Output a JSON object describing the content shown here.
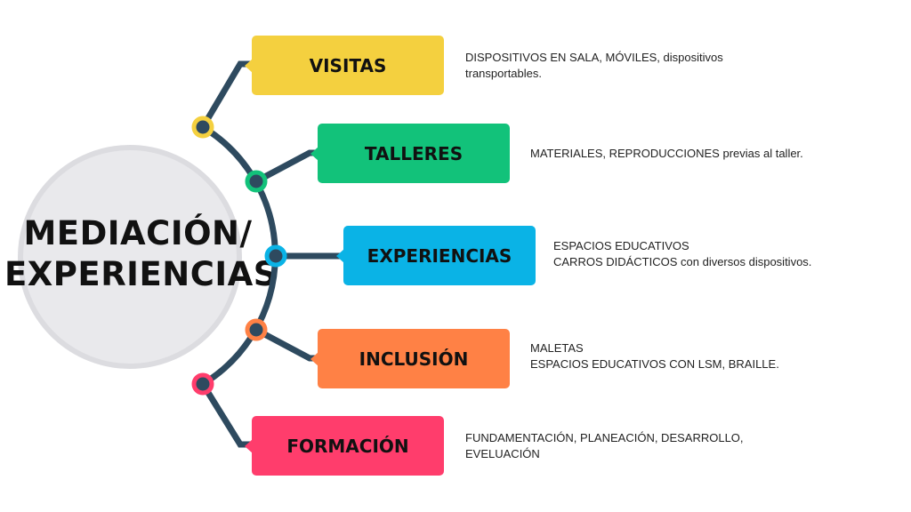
{
  "hub": {
    "line1": "MEDIACIÓN/",
    "line2": "EXPERIENCIAS"
  },
  "branches": [
    {
      "label": "VISITAS",
      "color": "#f4d03f",
      "desc": [
        "DISPOSITIVOS EN SALA, MÓVILES, dispositivos",
        "transportables."
      ]
    },
    {
      "label": "TALLERES",
      "color": "#12c27a",
      "desc": [
        "MATERIALES, REPRODUCCIONES previas al taller."
      ]
    },
    {
      "label": "EXPERIENCIAS",
      "color": "#0ab3e6",
      "desc": [
        "ESPACIOS EDUCATIVOS",
        "CARROS DIDÁCTICOS con diversos dispositivos."
      ]
    },
    {
      "label": "INCLUSIÓN",
      "color": "#ff8145",
      "desc": [
        "MALETAS",
        "ESPACIOS EDUCATIVOS CON LSM, BRAILLE."
      ]
    },
    {
      "label": "FORMACIÓN",
      "color": "#ff3d6c",
      "desc": [
        "FUNDAMENTACIÓN, PLANEACIÓN, DESARROLLO,",
        "EVELUACIÓN"
      ]
    }
  ],
  "line_color": "#2e4a5f"
}
